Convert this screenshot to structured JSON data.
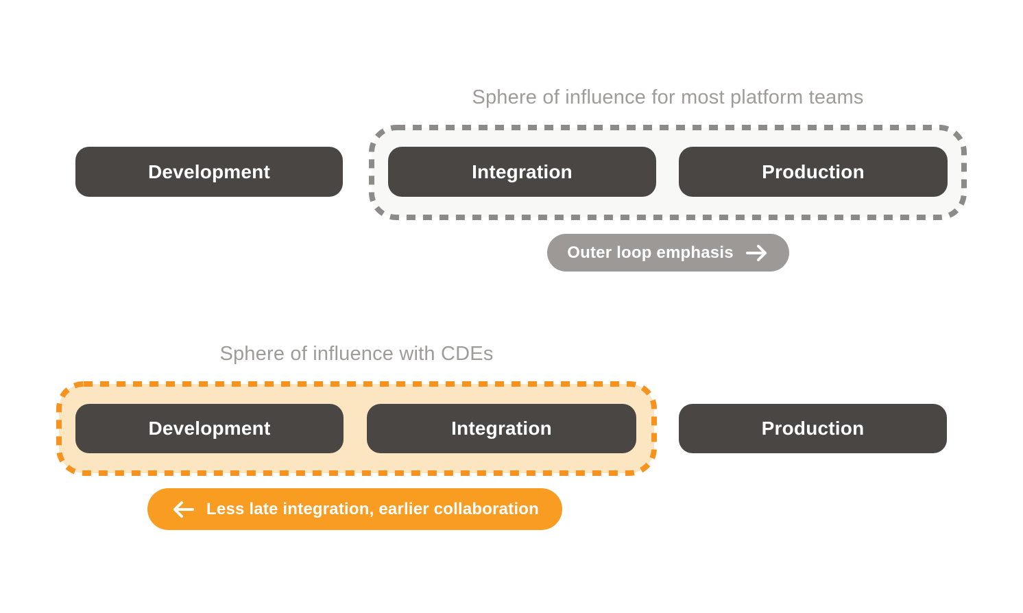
{
  "colors": {
    "background": "#ffffff",
    "box_dark": "#4a4643",
    "box_text": "#ffffff",
    "title_gray": "#9e9c9a",
    "sphere_gray_border": "#8d8b89",
    "sphere_gray_fill": "#f8f8f6",
    "gray_pill_bg": "#9c9996",
    "orange_border": "#f6931e",
    "orange_fill": "#fce5c1",
    "orange_pill_bg": "#f89c22"
  },
  "top": {
    "title": "Sphere of influence for most platform teams",
    "outside_box": "Development",
    "sphere_boxes": [
      "Integration",
      "Production"
    ],
    "pill": {
      "label": "Outer loop emphasis",
      "icon": "arrow-right-icon"
    }
  },
  "bottom": {
    "title": "Sphere of influence with CDEs",
    "sphere_boxes": [
      "Development",
      "Integration"
    ],
    "outside_box": "Production",
    "pill": {
      "label": "Less late integration, earlier collaboration",
      "icon": "arrow-left-icon"
    }
  }
}
